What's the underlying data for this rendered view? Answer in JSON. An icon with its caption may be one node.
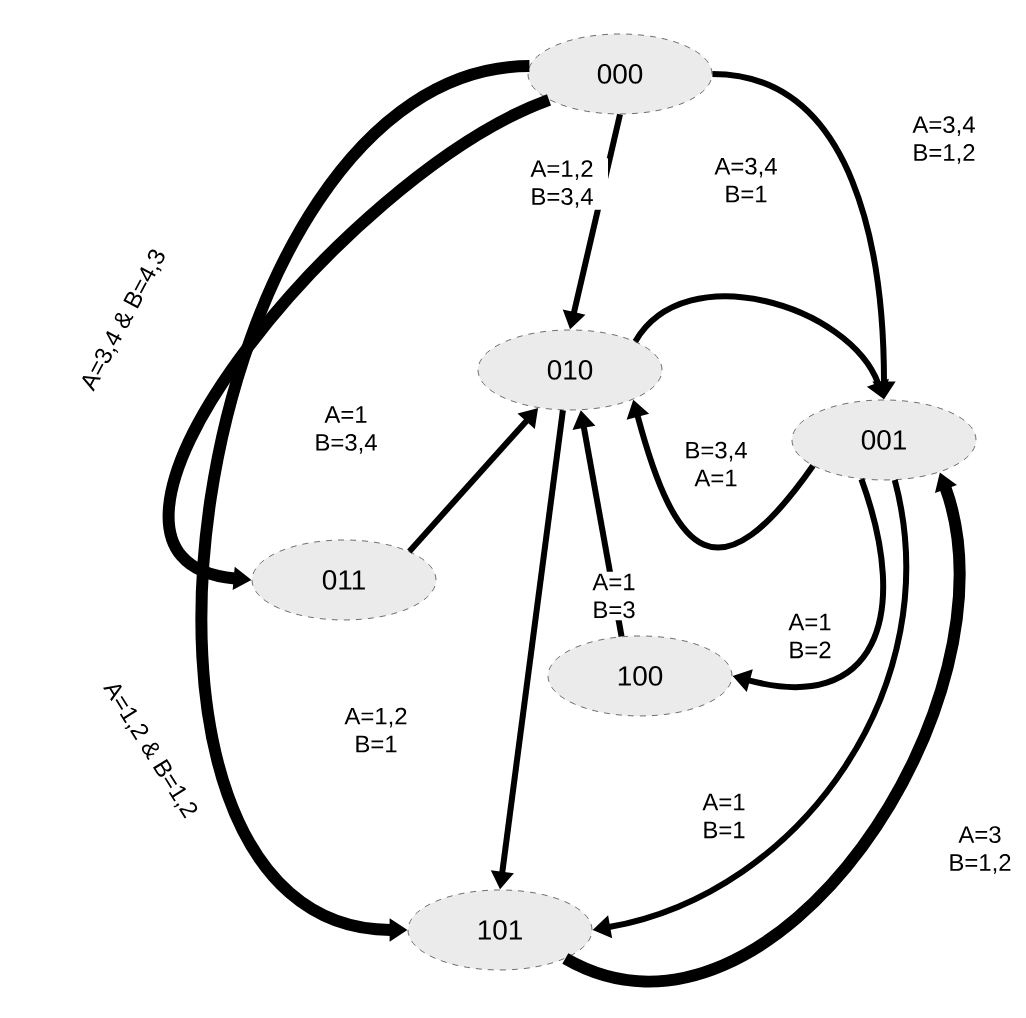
{
  "diagram": {
    "nodes": [
      {
        "text": [
          "000"
        ]
      },
      {
        "text": [
          "010"
        ]
      },
      {
        "text": [
          "001"
        ]
      },
      {
        "text": [
          "011"
        ]
      },
      {
        "text": [
          "100"
        ]
      },
      {
        "text": [
          "101"
        ]
      }
    ],
    "edges": [
      {
        "from": 0,
        "to": 1,
        "arrow": "to",
        "label": "A=1,2 B=3,4"
      },
      {
        "from": 0,
        "to": 2,
        "arrow": "to",
        "label": "A=3,4 B=1,2"
      },
      {
        "from": 1,
        "to": 2,
        "arrow": "to",
        "label": "A=3,4 B=1"
      },
      {
        "from": 2,
        "to": 1,
        "arrow": "to",
        "label": "B=3,4 A=1"
      },
      {
        "from": 0,
        "to": 3,
        "arrow": "to",
        "label": "A=3,4 & B=4,3",
        "style": "thick"
      },
      {
        "from": 0,
        "to": 5,
        "arrow": "to",
        "label": "A=1,2 & B=1,2",
        "style": "thick"
      },
      {
        "from": 3,
        "to": 1,
        "arrow": "to",
        "label": "A=1 B=3,4"
      },
      {
        "from": 4,
        "to": 1,
        "arrow": "to",
        "label": "A=1 B=3"
      },
      {
        "from": 2,
        "to": 4,
        "arrow": "to",
        "label": "A=1 B=2"
      },
      {
        "from": 1,
        "to": 5,
        "arrow": "to",
        "label": "A=1,2 B=1"
      },
      {
        "from": 2,
        "to": 5,
        "arrow": "to",
        "label": "A=1 B=1"
      },
      {
        "from": 5,
        "to": 2,
        "arrow": "to",
        "label": "A=3 B=1,2",
        "style": "thick"
      }
    ]
  }
}
